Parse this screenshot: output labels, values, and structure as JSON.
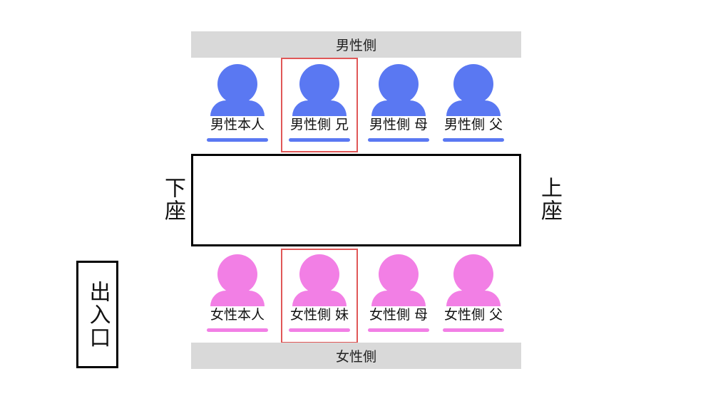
{
  "top_bar": {
    "label": "男性側"
  },
  "bottom_bar": {
    "label": "女性側"
  },
  "table_sides": {
    "left": "下座",
    "right": "上座"
  },
  "entrance": {
    "label": "出入口"
  },
  "male_seats": [
    {
      "label": "男性本人",
      "icon": "person-icon"
    },
    {
      "label": "男性側 兄",
      "icon": "person-icon",
      "highlighted": true
    },
    {
      "label": "男性側 母",
      "icon": "person-icon"
    },
    {
      "label": "男性側 父",
      "icon": "person-icon"
    }
  ],
  "female_seats": [
    {
      "label": "女性本人",
      "icon": "person-icon"
    },
    {
      "label": "女性側 妹",
      "icon": "person-icon",
      "highlighted": true
    },
    {
      "label": "女性側 母",
      "icon": "person-icon"
    },
    {
      "label": "女性側 父",
      "icon": "person-icon"
    }
  ],
  "colors": {
    "male": "#5a78f2",
    "female": "#f27fe5",
    "highlight": "#e05757",
    "bar": "#d9d9d9"
  }
}
